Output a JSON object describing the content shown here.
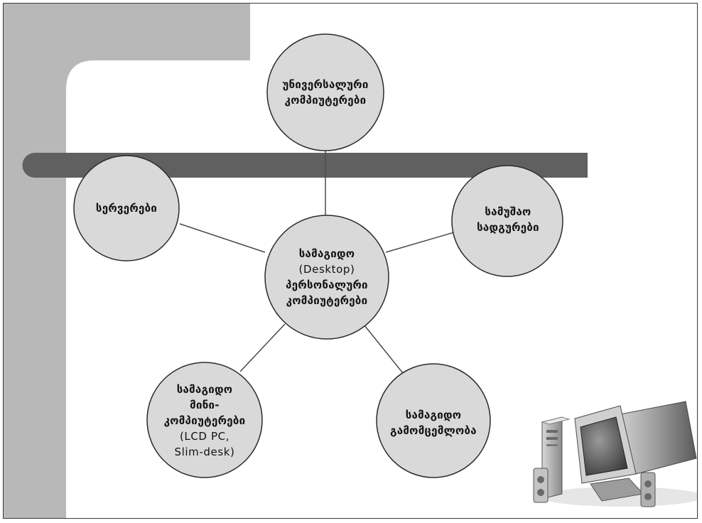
{
  "colors": {
    "background": "#ffffff",
    "frame_border": "#3a3a3a",
    "bracket": "#b8b8b8",
    "bar": "#606060",
    "node_fill": "#d9d9d9",
    "node_stroke": "#2b2b2b",
    "connector": "#4a4a4a"
  },
  "center_node": {
    "line1": "სამაგიდო",
    "line2": "(Desktop)",
    "line3": "პერსონალური",
    "line4": "კომპიუტერები"
  },
  "nodes": {
    "universal": {
      "line1": "უნივერსალური",
      "line2": "კომპიუტერები"
    },
    "servers": {
      "line1": "სერვერები"
    },
    "workstations": {
      "line1": "სამუშაო",
      "line2": "სადგურები"
    },
    "mini": {
      "line1": "სამაგიდო",
      "line2": "მინი-",
      "line3": "კომპიუტერები",
      "line4": "(LCD PC,",
      "line5": "Slim-desk)"
    },
    "publishing": {
      "line1": "სამაგიდო",
      "line2": "გამომცემლობა"
    }
  },
  "icons": {
    "computer": "desktop-computer-icon"
  }
}
